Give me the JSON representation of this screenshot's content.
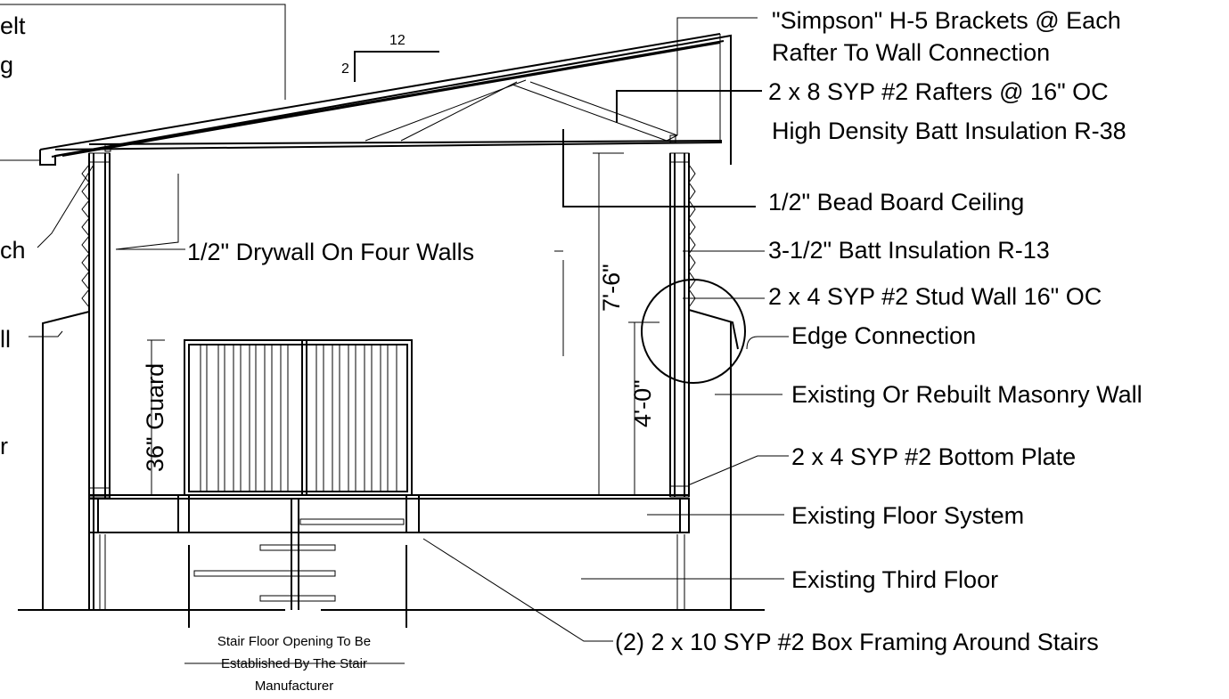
{
  "pitch": {
    "rise": "2",
    "run": "12"
  },
  "fragments": {
    "felt_1": "elt",
    "felt_2": "g",
    "flash": "ch",
    "wall": "ll",
    "floor": "r"
  },
  "labels": {
    "brackets_1": "\"Simpson\" H-5 Brackets @ Each",
    "brackets_2": "Rafter To Wall Connection",
    "rafters": "2 x 8 SYP #2 Rafters @ 16\" OC",
    "insulation_roof": "High Density Batt Insulation R-38",
    "ceiling": "1/2\" Bead Board Ceiling",
    "drywall": "1/2\" Drywall On Four Walls",
    "batt_wall": "3-1/2\" Batt Insulation R-13",
    "stud_wall": "2 x 4 SYP #2 Stud Wall 16\" OC",
    "edge": "Edge Connection",
    "masonry": "Existing Or Rebuilt Masonry Wall",
    "bottom_plate": "2 x 4 SYP #2 Bottom Plate",
    "floor_system": "Existing Floor System",
    "third_floor": "Existing Third Floor",
    "box_framing": "(2) 2 x 10 SYP #2 Box Framing Around Stairs",
    "stair_1": "Stair Floor Opening To Be",
    "stair_2": "Established By The Stair",
    "stair_3": "Manufacturer"
  },
  "dimensions": {
    "ceiling_height": "7'-6\"",
    "sill_height": "4'-0\"",
    "guard": "36\" Guard"
  }
}
